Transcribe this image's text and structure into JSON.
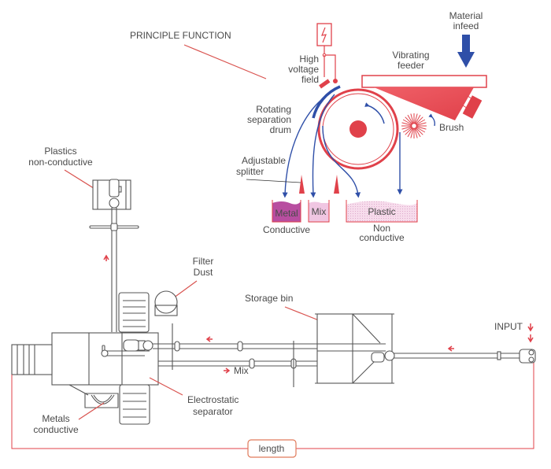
{
  "principle": {
    "title": "PRINCIPLE FUNCTION",
    "labels": {
      "material_infeed": [
        "Material",
        "infeed"
      ],
      "vibrating_feeder": [
        "Vibrating",
        "feeder"
      ],
      "high_voltage_field": [
        "High",
        "voltage",
        "field"
      ],
      "rotating_drum": [
        "Rotating",
        "separation",
        "drum"
      ],
      "brush": "Brush",
      "adjustable_splitter": [
        "Adjustable",
        "splitter"
      ],
      "bin_metal": "Metal",
      "bin_mix": "Mix",
      "bin_plastic": "Plastic",
      "conductive": "Conductive",
      "non_conductive": [
        "Non",
        "conductive"
      ]
    },
    "icons": {
      "high_voltage": "lightning-bolt-icon",
      "infeed_arrow": "arrow-down-icon"
    }
  },
  "plant": {
    "labels": {
      "plastics_nonconductive": [
        "Plastics",
        "non-conductive"
      ],
      "filter_dust": [
        "Filter",
        "Dust"
      ],
      "storage_bin": "Storage bin",
      "input": "INPUT",
      "mix": "Mix",
      "electrostatic_separator": [
        "Electrostatic",
        "separator"
      ],
      "metals_conductive": [
        "Metals",
        "conductive"
      ],
      "length": "length"
    }
  },
  "colors": {
    "accent_red": "#e0414a",
    "flow_blue": "#2f4fa8",
    "metal_fill": "#b84ea0",
    "mix_fill": "#f0c6e2",
    "plastic_fill": "#f7dcec",
    "line_gray": "#555555",
    "text": "#4a4a4a"
  }
}
